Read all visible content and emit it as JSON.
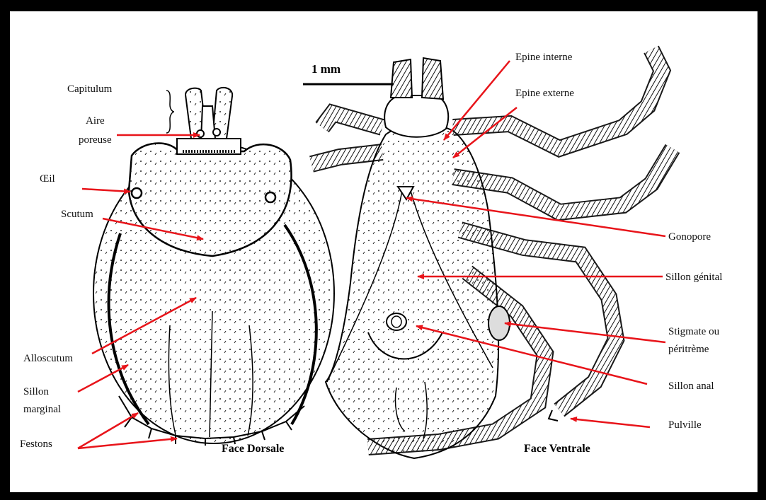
{
  "diagram": {
    "scale_label": "1 mm",
    "views": {
      "dorsal": "Face Dorsale",
      "ventral": "Face Ventrale"
    },
    "labels": {
      "capitulum": "Capitulum",
      "aire_poreuse_1": "Aire",
      "aire_poreuse_2": "poreuse",
      "oeil": "Œil",
      "scutum": "Scutum",
      "alloscutum": "Alloscutum",
      "sillon_marginal_1": "Sillon",
      "sillon_marginal_2": "marginal",
      "festons": "Festons",
      "epine_interne": "Epine interne",
      "epine_externe": "Epine externe",
      "gonopore": "Gonopore",
      "sillon_genital": "Sillon génital",
      "stigmate_1": "Stigmate ou",
      "stigmate_2": "péritrème",
      "sillon_anal": "Sillon anal",
      "pulville": "Pulville"
    },
    "colors": {
      "arrow": "#e8141a",
      "line": "#000000",
      "background": "#ffffff",
      "frame": "#000000"
    }
  }
}
